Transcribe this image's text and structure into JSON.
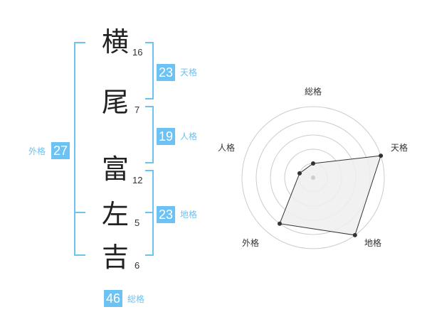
{
  "name_characters": [
    {
      "char": "横",
      "strokes": "16"
    },
    {
      "char": "尾",
      "strokes": "7"
    },
    {
      "char": "富",
      "strokes": "12"
    },
    {
      "char": "左",
      "strokes": "5"
    },
    {
      "char": "吉",
      "strokes": "6"
    }
  ],
  "fortunes": {
    "tenkaku": {
      "value": "23",
      "label": "天格"
    },
    "jinkaku": {
      "value": "19",
      "label": "人格"
    },
    "chikaku": {
      "value": "23",
      "label": "地格"
    },
    "gaikaku": {
      "value": "27",
      "label": "外格"
    },
    "soukaku": {
      "value": "46",
      "label": "総格"
    }
  },
  "colors": {
    "accent": "#6cc2f2",
    "polygon_fill": "#efefef",
    "polygon_stroke": "#333333",
    "ring": "#cccccc"
  },
  "chart_data": {
    "type": "radar",
    "axes": [
      "総格",
      "天格",
      "地格",
      "外格",
      "人格"
    ],
    "values": [
      1.0,
      5.0,
      5.0,
      4.0,
      1.0
    ],
    "range": [
      0,
      5
    ]
  }
}
